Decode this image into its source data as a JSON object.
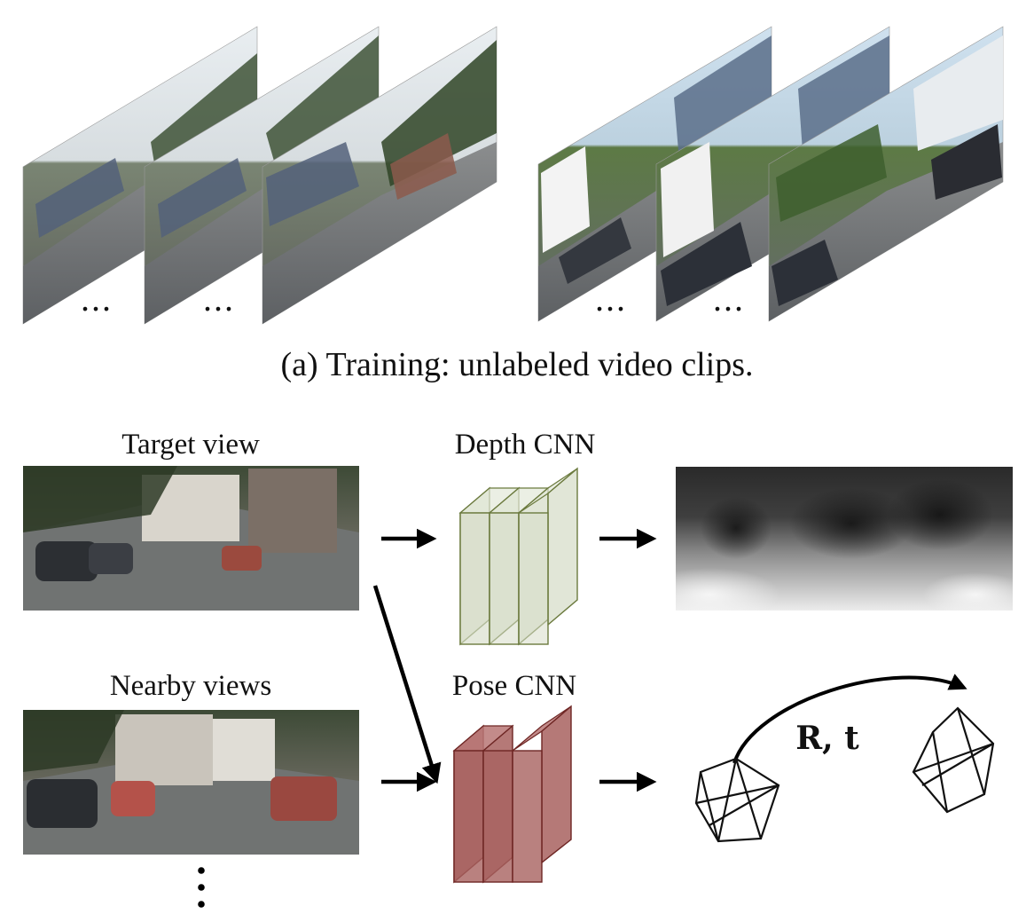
{
  "caption_a": "(a) Training: unlabeled video clips.",
  "ellipsis": "…",
  "labels": {
    "target_view": "Target view",
    "nearby_views": "Nearby views",
    "depth_cnn": "Depth CNN",
    "pose_cnn": "Pose CNN",
    "pose_output": "R, t"
  },
  "colors": {
    "depth_cnn_fill": "#d7ddc9",
    "depth_cnn_stroke": "#6b7a3e",
    "pose_cnn_fill": "#a8615f",
    "pose_cnn_stroke": "#6e2624",
    "arrow": "#000000"
  },
  "icons": [
    "right-arrow-icon",
    "diagonal-arrow-icon",
    "curved-arrow-icon",
    "vertical-ellipsis-icon"
  ]
}
